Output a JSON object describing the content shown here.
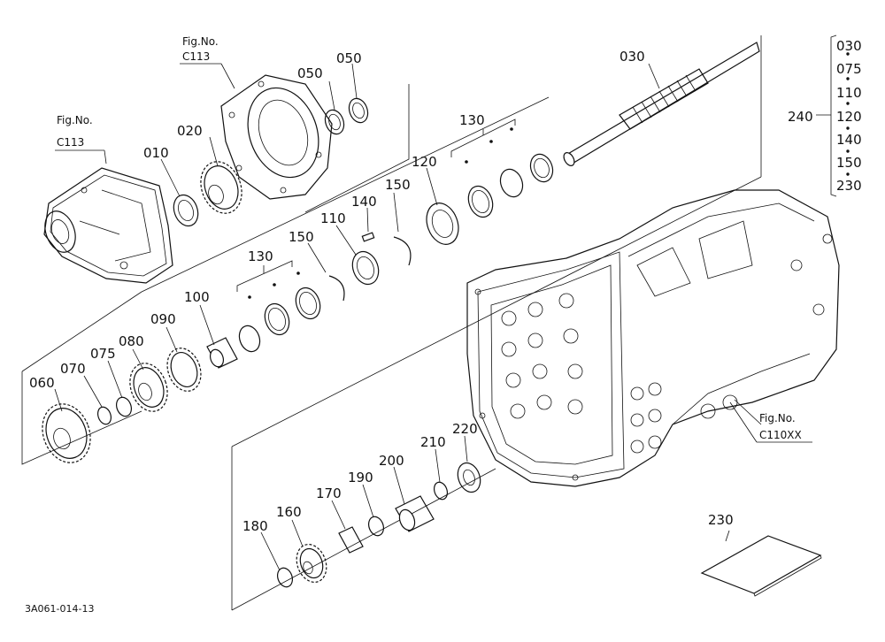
{
  "labels": {
    "p010": "010",
    "p020": "020",
    "p030": "030",
    "p050a": "050",
    "p050b": "050",
    "p060": "060",
    "p070": "070",
    "p075": "075",
    "p080": "080",
    "p090": "090",
    "p100": "100",
    "p110": "110",
    "p120": "120",
    "p130a": "130",
    "p130b": "130",
    "p140": "140",
    "p150a": "150",
    "p150b": "150",
    "p160": "160",
    "p170": "170",
    "p180": "180",
    "p190": "190",
    "p200": "200",
    "p210": "210",
    "p220": "220",
    "p230": "230",
    "p240": "240"
  },
  "figrefs": {
    "left_top": "Fig.No.",
    "left_bottom": "C113",
    "center_top": "Fig.No.",
    "center_bottom": "C113",
    "right_top": "Fig.No.",
    "right_bottom": "C110XX"
  },
  "kit_240": [
    "030",
    "075",
    "110",
    "120",
    "140",
    "150",
    "230"
  ],
  "drawing_code": "3A061-014-13"
}
